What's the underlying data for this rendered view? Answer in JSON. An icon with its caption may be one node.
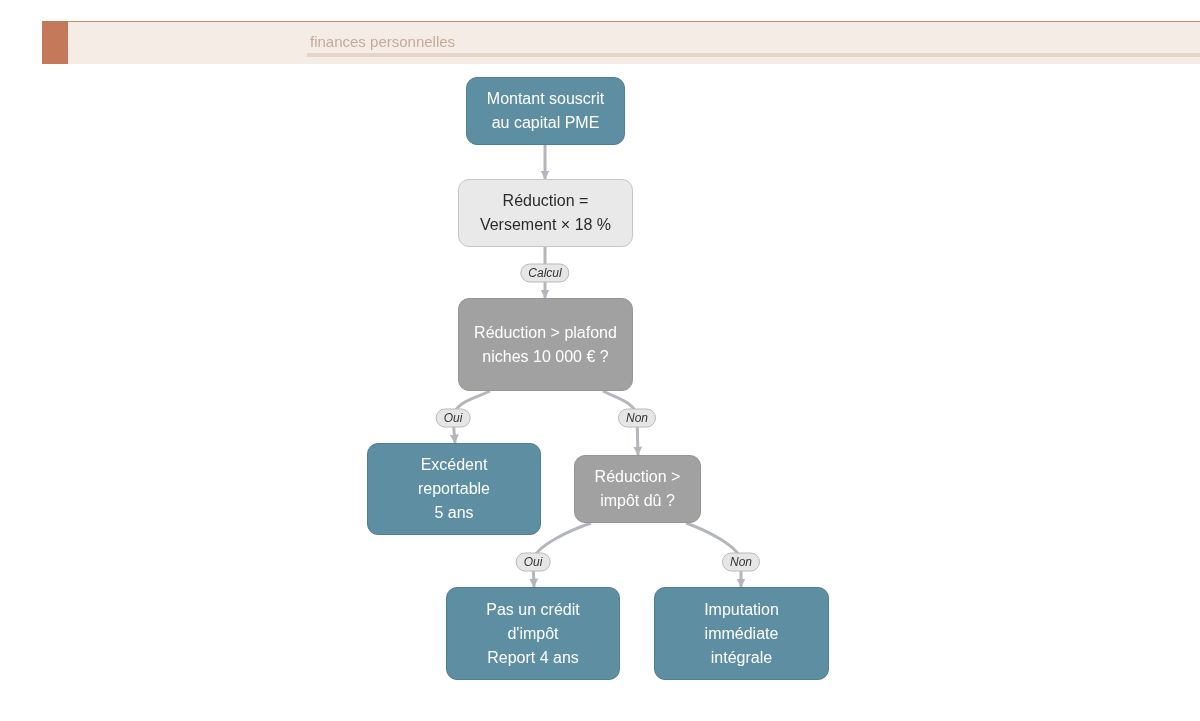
{
  "diagram": {
    "nodes": [
      {
        "text": [
          "Montant souscrit au capital PME"
        ]
      },
      {
        "text": [
          "Réduction = Versement × 18 %"
        ]
      },
      {
        "text": [
          "Réduction > plafond niches 10 000 € ?"
        ]
      },
      {
        "text": [
          "Excédent reportable 5 ans"
        ]
      },
      {
        "text": [
          "Réduction > impôt dû ?"
        ]
      },
      {
        "text": [
          "Pas un crédit d'impôt Report 4 ans"
        ]
      },
      {
        "text": [
          "Imputation immédiate intégrale"
        ]
      }
    ],
    "edges": [
      {
        "from": 0,
        "to": 1,
        "arrow": "to"
      },
      {
        "from": 1,
        "to": 2,
        "arrow": "to",
        "label": "Calcul"
      },
      {
        "from": 2,
        "to": 3,
        "arrow": "to",
        "label": "Oui"
      },
      {
        "from": 2,
        "to": 4,
        "arrow": "to",
        "label": "Non"
      },
      {
        "from": 4,
        "to": 5,
        "arrow": "to",
        "label": "Oui"
      },
      {
        "from": 4,
        "to": 6,
        "arrow": "to",
        "label": "Non"
      }
    ],
    "labels": [
      "finances personnelles"
    ]
  }
}
